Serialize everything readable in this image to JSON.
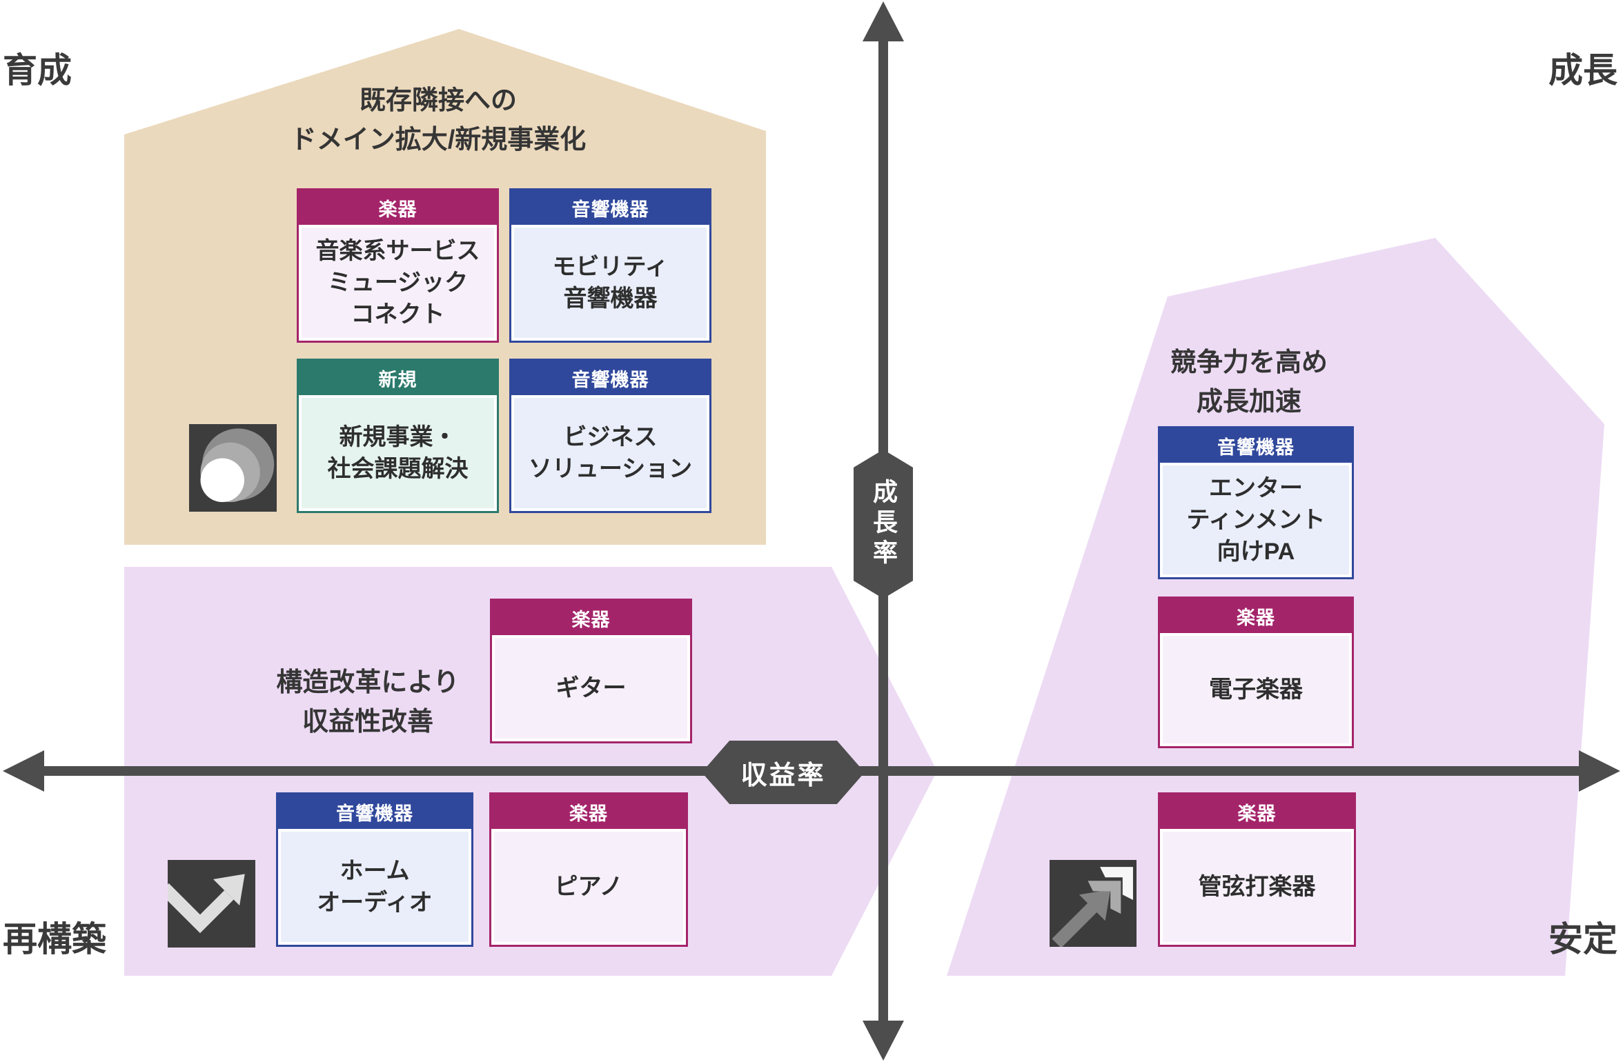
{
  "quadrants": {
    "top_left": "育成",
    "top_right": "成長",
    "bottom_left": "再構築",
    "bottom_right": "安定"
  },
  "axes": {
    "vertical_label": "成長率",
    "horizontal_label": "収益率"
  },
  "categories": {
    "instruments": {
      "label": "楽器",
      "color": "#a4246a",
      "body_bg": "#f7f0fa"
    },
    "audio": {
      "label": "音響機器",
      "color": "#30489c",
      "body_bg": "#e9eefa"
    },
    "new": {
      "label": "新規",
      "color": "#2b7a6c",
      "body_bg": "#e6f4f0"
    }
  },
  "regions": {
    "expand": {
      "title": [
        "既存隣接への",
        "ドメイン拡大/新規事業化"
      ],
      "bg": "#ebd9bd",
      "icon": "incubation-circles-icon",
      "cards": [
        {
          "category": "instruments",
          "body": [
            "音楽系サービス",
            "ミュージック",
            "コネクト"
          ]
        },
        {
          "category": "audio",
          "body": [
            "モビリティ",
            "音響機器"
          ]
        },
        {
          "category": "new",
          "body": [
            "新規事業・",
            "社会課題解決"
          ]
        },
        {
          "category": "audio",
          "body": [
            "ビジネス",
            "ソリューション"
          ]
        }
      ]
    },
    "restructure": {
      "title": [
        "構造改革により",
        "収益性改善"
      ],
      "bg": "#eddbf4",
      "icon": "rebound-arrow-icon",
      "cards": [
        {
          "category": "instruments",
          "body": [
            "ギター"
          ]
        },
        {
          "category": "audio",
          "body": [
            "ホーム",
            "オーディオ"
          ]
        },
        {
          "category": "instruments",
          "body": [
            "ピアノ"
          ]
        }
      ]
    },
    "accelerate": {
      "title": [
        "競争力を高め",
        "成長加速"
      ],
      "bg": "#eddbf4",
      "icon": "ascend-chevrons-icon",
      "cards": [
        {
          "category": "audio",
          "body": [
            "エンター",
            "ティンメント",
            "向けPA"
          ]
        },
        {
          "category": "instruments",
          "body": [
            "電子楽器"
          ]
        },
        {
          "category": "instruments",
          "body": [
            "管弦打楽器"
          ]
        }
      ]
    }
  },
  "colors": {
    "axis": "#4d4d4d",
    "icon_bg": "#3d3d3d",
    "text": "#333333"
  }
}
